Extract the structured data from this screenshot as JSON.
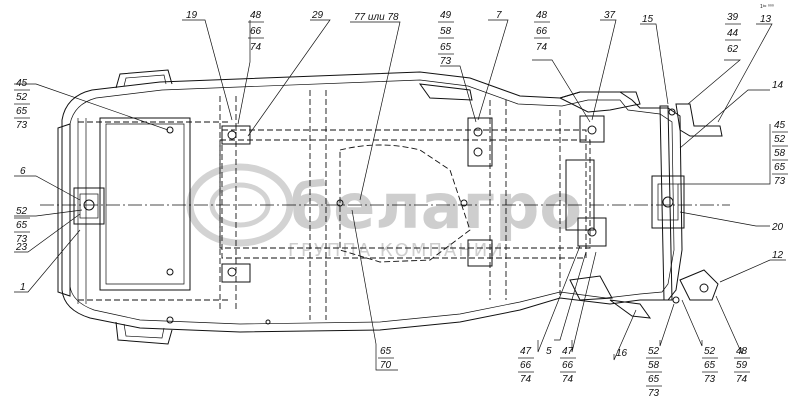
{
  "corner_mark": "1ᵇᶜ ⁰⁰⁰",
  "watermark": {
    "brand": "белагро",
    "subtitle": "ГРУППА КОМПАНИИ"
  },
  "callouts": {
    "c19": [
      "19"
    ],
    "c48top": [
      "48",
      "66",
      "74"
    ],
    "c29": [
      "29"
    ],
    "c77": [
      "77 или 78"
    ],
    "c49": [
      "49",
      "58",
      "65",
      "73"
    ],
    "c7": [
      "7"
    ],
    "c48b": [
      "48",
      "66",
      "74"
    ],
    "c37": [
      "37"
    ],
    "c15": [
      "15"
    ],
    "c39": [
      "39",
      "44",
      "62"
    ],
    "c13": [
      "13"
    ],
    "c14": [
      "14"
    ],
    "c45r": [
      "45",
      "52",
      "58",
      "65",
      "73"
    ],
    "c20": [
      "20"
    ],
    "c12": [
      "12"
    ],
    "c45l": [
      "45",
      "52",
      "65",
      "73"
    ],
    "c6": [
      "6"
    ],
    "c52l": [
      "52",
      "65",
      "73"
    ],
    "c23": [
      "23"
    ],
    "c1": [
      "1"
    ],
    "c65b": [
      "65",
      "70"
    ],
    "c47a": [
      "47",
      "66",
      "74"
    ],
    "c5": [
      "5"
    ],
    "c47b": [
      "47",
      "66",
      "74"
    ],
    "c16": [
      "16"
    ],
    "c52a": [
      "52",
      "58",
      "65",
      "73"
    ],
    "c52b": [
      "52",
      "65",
      "73"
    ],
    "c48r": [
      "48",
      "59",
      "74"
    ]
  }
}
